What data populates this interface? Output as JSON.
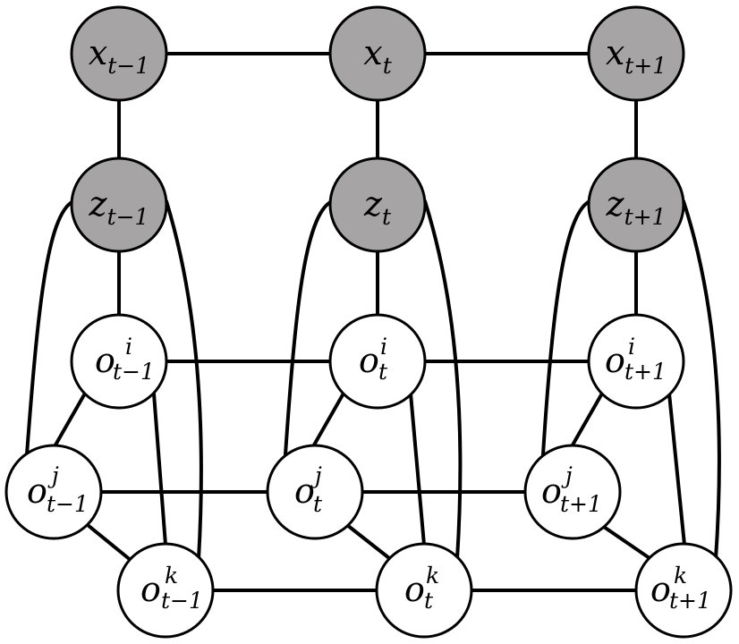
{
  "diagram": {
    "nodes": {
      "x_prev": {
        "base": "x",
        "sup": "",
        "sub": "t−1",
        "shaded": true
      },
      "x_cur": {
        "base": "x",
        "sup": "",
        "sub": "t",
        "shaded": true
      },
      "x_next": {
        "base": "x",
        "sup": "",
        "sub": "t+1",
        "shaded": true
      },
      "z_prev": {
        "base": "z",
        "sup": "",
        "sub": "t−1",
        "shaded": true
      },
      "z_cur": {
        "base": "z",
        "sup": "",
        "sub": "t",
        "shaded": true
      },
      "z_next": {
        "base": "z",
        "sup": "",
        "sub": "t+1",
        "shaded": true
      },
      "oi_prev": {
        "base": "o",
        "sup": "i",
        "sub": "t−1",
        "shaded": false
      },
      "oi_cur": {
        "base": "o",
        "sup": "i",
        "sub": "t",
        "shaded": false
      },
      "oi_next": {
        "base": "o",
        "sup": "i",
        "sub": "t+1",
        "shaded": false
      },
      "oj_prev": {
        "base": "o",
        "sup": "j",
        "sub": "t−1",
        "shaded": false
      },
      "oj_cur": {
        "base": "o",
        "sup": "j",
        "sub": "t",
        "shaded": false
      },
      "oj_next": {
        "base": "o",
        "sup": "j",
        "sub": "t+1",
        "shaded": false
      },
      "ok_prev": {
        "base": "o",
        "sup": "k",
        "sub": "t−1",
        "shaded": false
      },
      "ok_cur": {
        "base": "o",
        "sup": "k",
        "sub": "t",
        "shaded": false
      },
      "ok_next": {
        "base": "o",
        "sup": "k",
        "sub": "t+1",
        "shaded": false
      }
    },
    "colors": {
      "shaded_fill": "#a6a4a4",
      "plain_fill": "#ffffff",
      "stroke": "#000000"
    }
  }
}
